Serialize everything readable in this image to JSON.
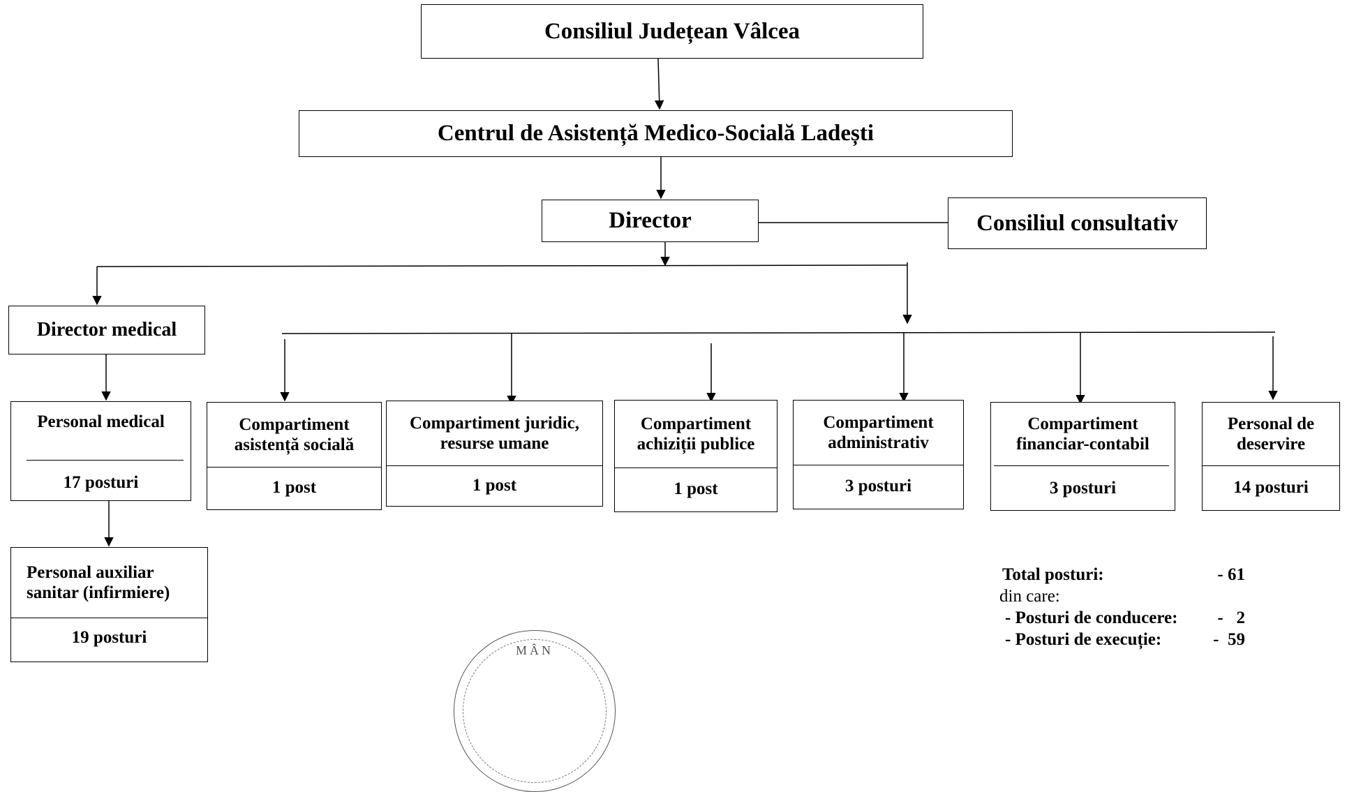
{
  "boxes": {
    "council": "Consiliul Județean Vâlcea",
    "center": "Centrul de Asistență Medico-Socială Ladești",
    "director": "Director",
    "advisory": "Consiliul consultativ",
    "medical_director": "Director medical"
  },
  "medical_staff": {
    "title": "Personal medical",
    "count": "17 posturi"
  },
  "auxiliary_staff": {
    "title_line1": "Personal auxiliar",
    "title_line2": "sanitar (infirmiere)",
    "count": "19 posturi"
  },
  "departments": [
    {
      "line1": "Compartiment",
      "line2": "asistență socială",
      "count": "1 post"
    },
    {
      "line1": "Compartiment juridic,",
      "line2": "resurse umane",
      "count": "1 post"
    },
    {
      "line1": "Compartiment",
      "line2": "achiziții publice",
      "count": "1 post"
    },
    {
      "line1": "Compartiment",
      "line2": "administrativ",
      "count": "3 posturi"
    },
    {
      "line1": "Compartiment",
      "line2": "financiar-contabil",
      "count": "3 posturi"
    },
    {
      "line1": "Personal de",
      "line2": "deservire",
      "count": "14 posturi"
    }
  ],
  "totals": {
    "total_label": "Total posturi:",
    "total_value": "- 61",
    "of_which": "din care:",
    "lead_label": "- Posturi de conducere:",
    "lead_value": "-   2",
    "exec_label": "- Posturi de execuție:",
    "exec_value": "-  59"
  },
  "seal": {
    "text": "MÂN"
  }
}
